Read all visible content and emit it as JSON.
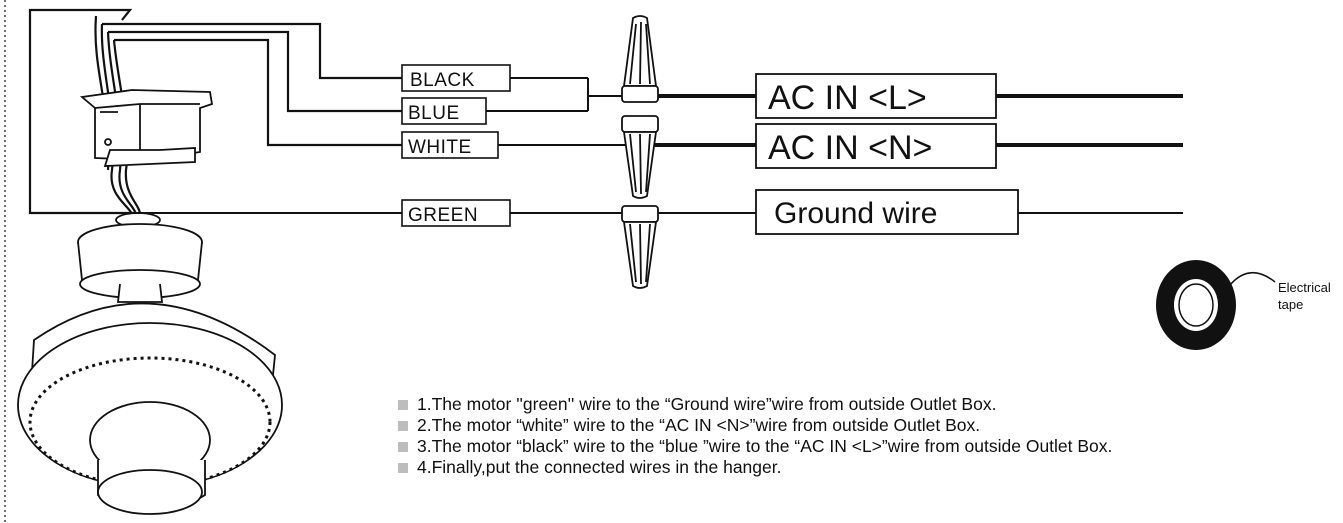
{
  "wire_labels": {
    "black": "BLACK",
    "blue": "BLUE",
    "white": "WHITE",
    "green": "GREEN"
  },
  "line_labels": {
    "ac_in_l": "AC  IN <L>",
    "ac_in_n": "AC  IN <N>",
    "ground": "Ground wire"
  },
  "tape": {
    "label_line1": "Electrical",
    "label_line2": "tape"
  },
  "instructions": [
    "1.The motor ''green'' wire to the “Ground wire”wire from outside Outlet Box.",
    "2.The motor “white” wire to the “AC IN <N>”wire from outside Outlet Box.",
    "3.The motor “black” wire to the “blue ”wire to the “AC IN <L>”wire from outside Outlet Box.",
    "4.Finally,put the connected wires in the hanger."
  ],
  "colors": {
    "line": "#111111",
    "bullet": "#bdbdbd",
    "background": "#ffffff"
  }
}
